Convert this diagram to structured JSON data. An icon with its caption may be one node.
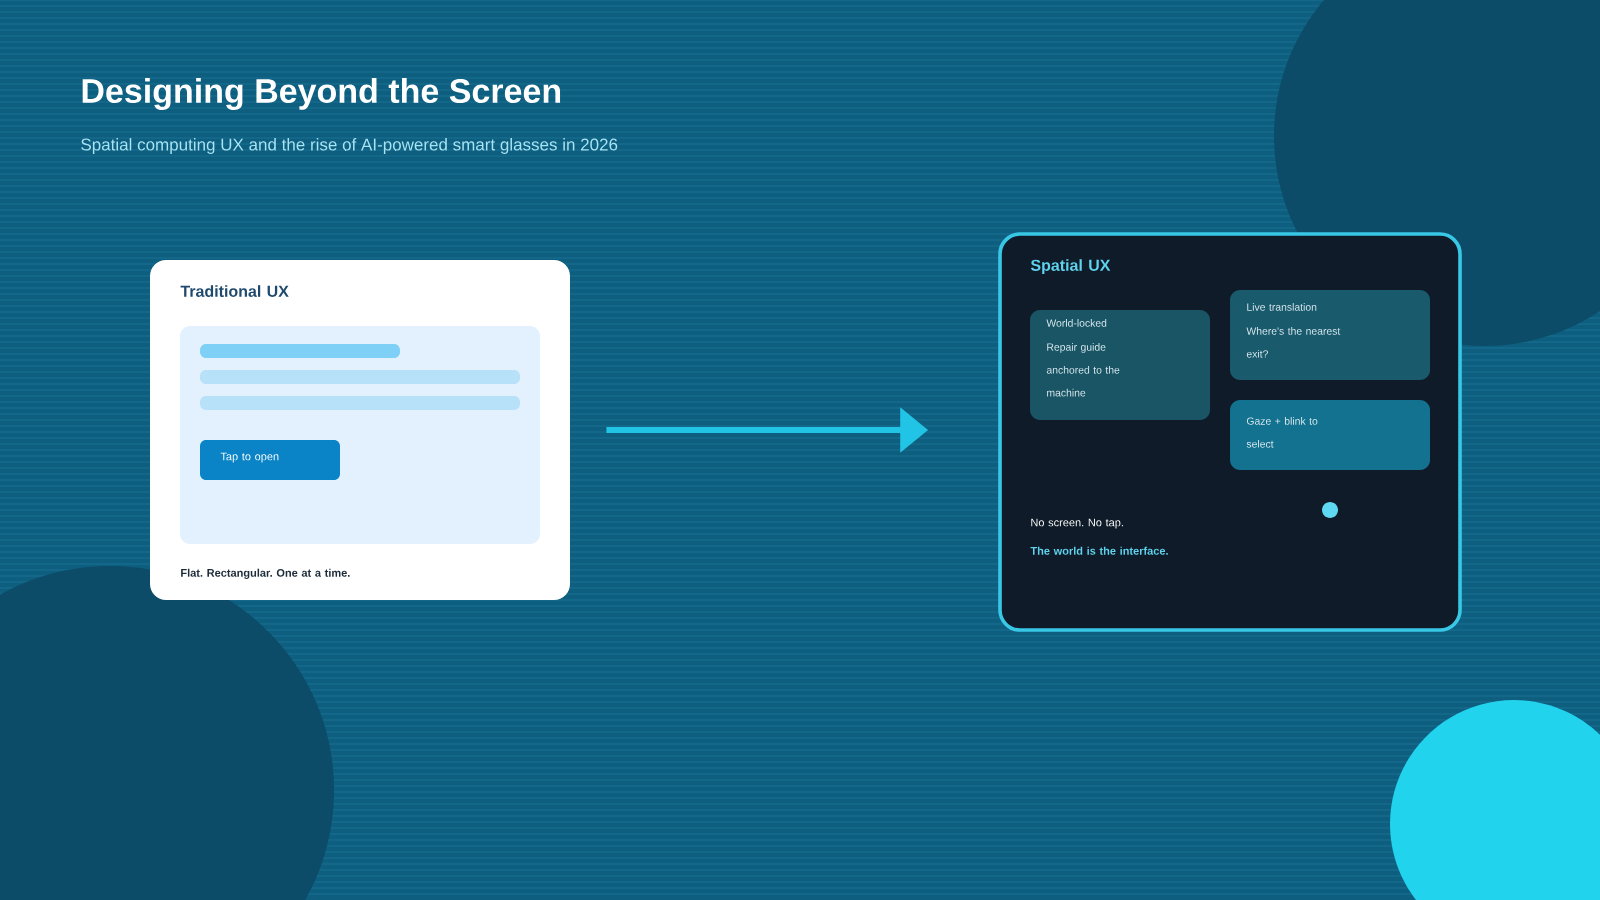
{
  "diagram": {
    "title": "Designing Beyond the Screen",
    "caption": "Spatial computing UX and the rise of AI-powered smart glasses in 2026",
    "nodes": [
      {
        "text": [
          "Traditional UX",
          "Flat. Rectangular. One at a time."
        ]
      },
      {
        "text": [],
        "shape": "box",
        "in": 0
      },
      {
        "text": [
          "Tap to open"
        ],
        "in": 1
      },
      {
        "text": [
          "Spatial UX",
          "No screen. No tap.",
          "The world is the interface."
        ]
      },
      {
        "text": [
          "World-locked",
          "Repair guide anchored to the machine"
        ],
        "in": 3
      },
      {
        "text": [
          "Live translation",
          "Where's the nearest exit?"
        ],
        "in": 3
      },
      {
        "text": [
          "Gaze + blink to select"
        ],
        "in": 3
      }
    ],
    "edges": [
      {
        "from": 0,
        "to": 3,
        "arrow": "to"
      }
    ]
  }
}
